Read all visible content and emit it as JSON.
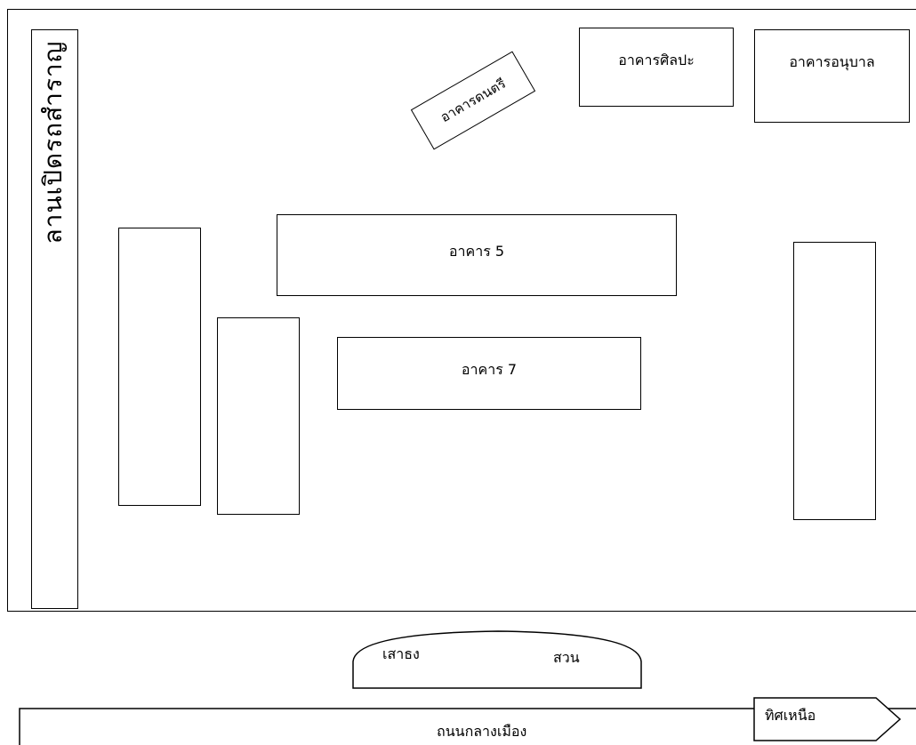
{
  "buildings": {
    "parking": "ลานเปิดรถสำราญ",
    "music": "อาคารดนตรี",
    "art": "อาคารศิลปะ",
    "kindergarten": "อาคารอนุบาล",
    "building5": "อาคาร 5",
    "building7": "อาคาร 7"
  },
  "garden": {
    "flagpole": "เสาธง",
    "garden": "สวน"
  },
  "road": {
    "label": "ถนนกลางเมือง"
  },
  "north": {
    "label": "ทิศเหนือ"
  }
}
